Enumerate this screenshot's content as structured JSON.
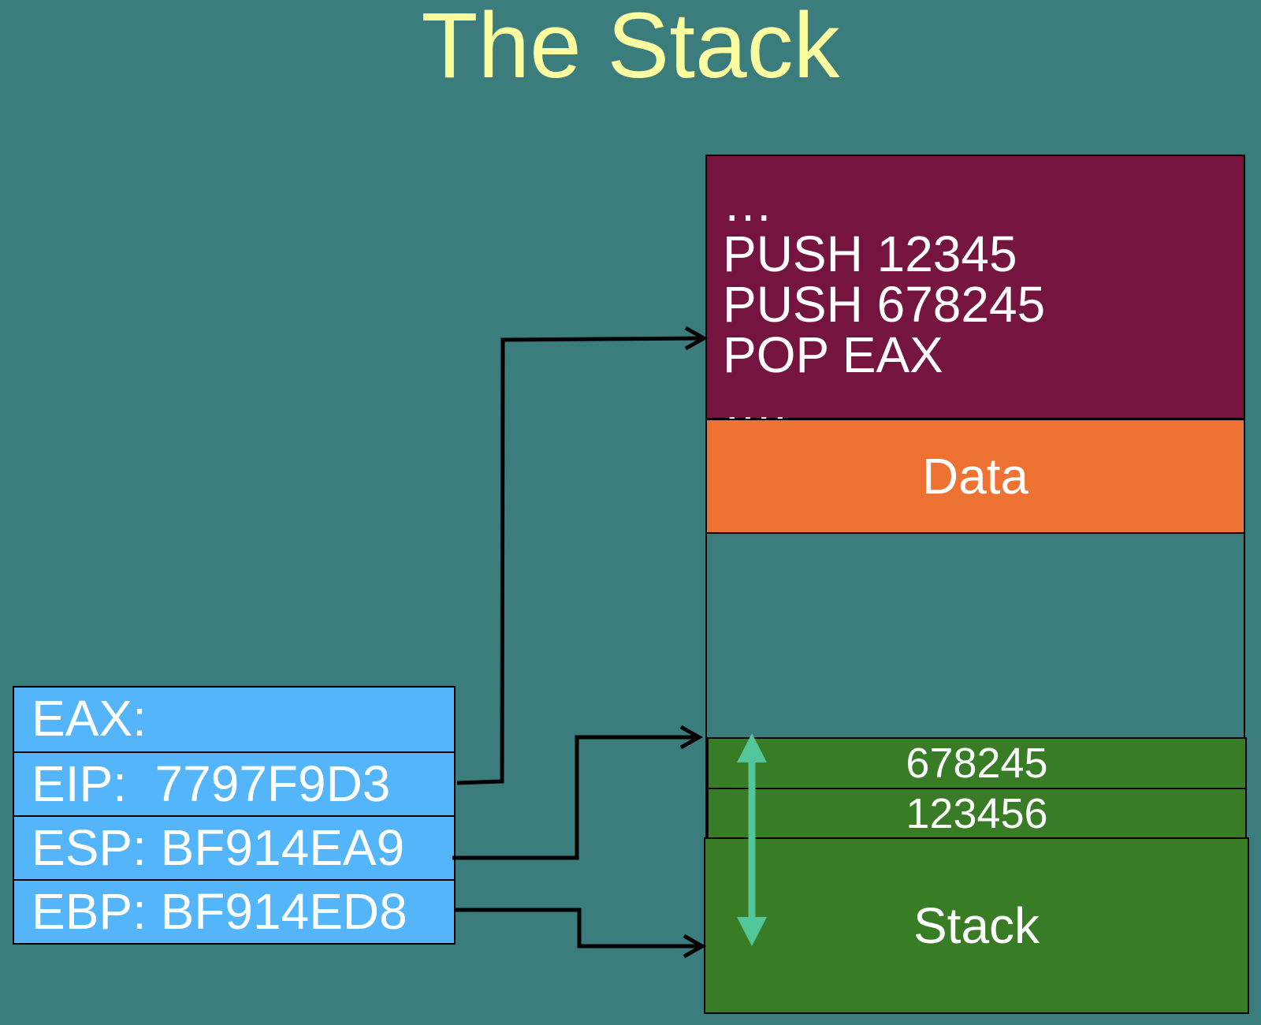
{
  "title": "The Stack",
  "code_segment": {
    "lines": [
      "…",
      "PUSH 12345",
      "PUSH 678245",
      "POP EAX",
      "…."
    ]
  },
  "data_segment": {
    "label": "Data"
  },
  "stack_segment": {
    "cells": [
      "678245",
      "123456"
    ],
    "label": "Stack"
  },
  "registers": [
    {
      "label": "EAX:"
    },
    {
      "label": "EIP:  7797F9D3"
    },
    {
      "label": "ESP: BF914EA9"
    },
    {
      "label": "EBP: BF914ED8"
    }
  ],
  "colors": {
    "background": "#3a7d7c",
    "title": "#fbfb9f",
    "code": "#75143f",
    "data": "#ee7232",
    "stack": "#397c26",
    "registers": "#55b5fa",
    "growth_arrow": "#52c79a"
  }
}
